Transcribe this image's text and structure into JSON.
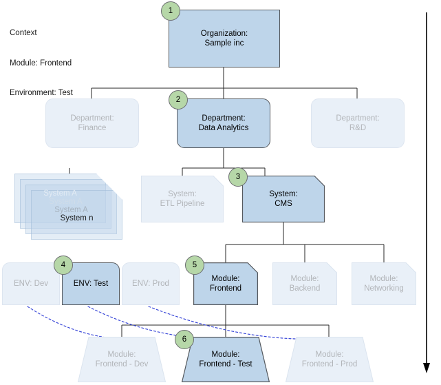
{
  "context": {
    "title": "Context",
    "module_line": "Module: Frontend",
    "environment_line": "Environment: Test"
  },
  "colors": {
    "active_fill": "#bed5ea",
    "dim_fill": "#e9f0f8",
    "active_text": "#000000",
    "dim_text": "#b2b5b9",
    "stroke": "#55595e",
    "badge_fill": "#b6d7a8",
    "dashed_connector": "#3a48d8",
    "timeline_arrow": "#000000"
  },
  "levels": {
    "organization": {
      "label": "Organization:\nSample inc",
      "badge": "1",
      "state": "active"
    },
    "departments": [
      {
        "label": "Department:\nFinance",
        "state": "dim",
        "badge": null
      },
      {
        "label": "Department:\nData Analytics",
        "state": "active",
        "badge": "2"
      },
      {
        "label": "Department:\nR&D",
        "state": "dim",
        "badge": null
      }
    ],
    "systems": [
      {
        "label": "System:\nETL Pipeline",
        "state": "dim",
        "badge": null
      },
      {
        "label": "System:\nCMS",
        "state": "active",
        "badge": "3"
      }
    ],
    "system_stack": [
      "System A",
      "System A",
      "System A",
      "System n"
    ],
    "environments": [
      {
        "label": "ENV: Dev",
        "state": "dim",
        "badge": null
      },
      {
        "label": "ENV: Test",
        "state": "active",
        "badge": "4"
      },
      {
        "label": "ENV: Prod",
        "state": "dim",
        "badge": null
      }
    ],
    "modules": [
      {
        "label": "Module:\nFrontend",
        "state": "active",
        "badge": "5"
      },
      {
        "label": "Module:\nBackend",
        "state": "dim",
        "badge": null
      },
      {
        "label": "Module:\nNetworking",
        "state": "dim",
        "badge": null
      }
    ],
    "deployments": [
      {
        "label": "Module:\nFrontend - Dev",
        "state": "dim",
        "badge": null
      },
      {
        "label": "Module:\nFrontend - Test",
        "state": "active",
        "badge": "6"
      },
      {
        "label": "Module:\nFrontend - Prod",
        "state": "dim",
        "badge": null
      }
    ]
  }
}
